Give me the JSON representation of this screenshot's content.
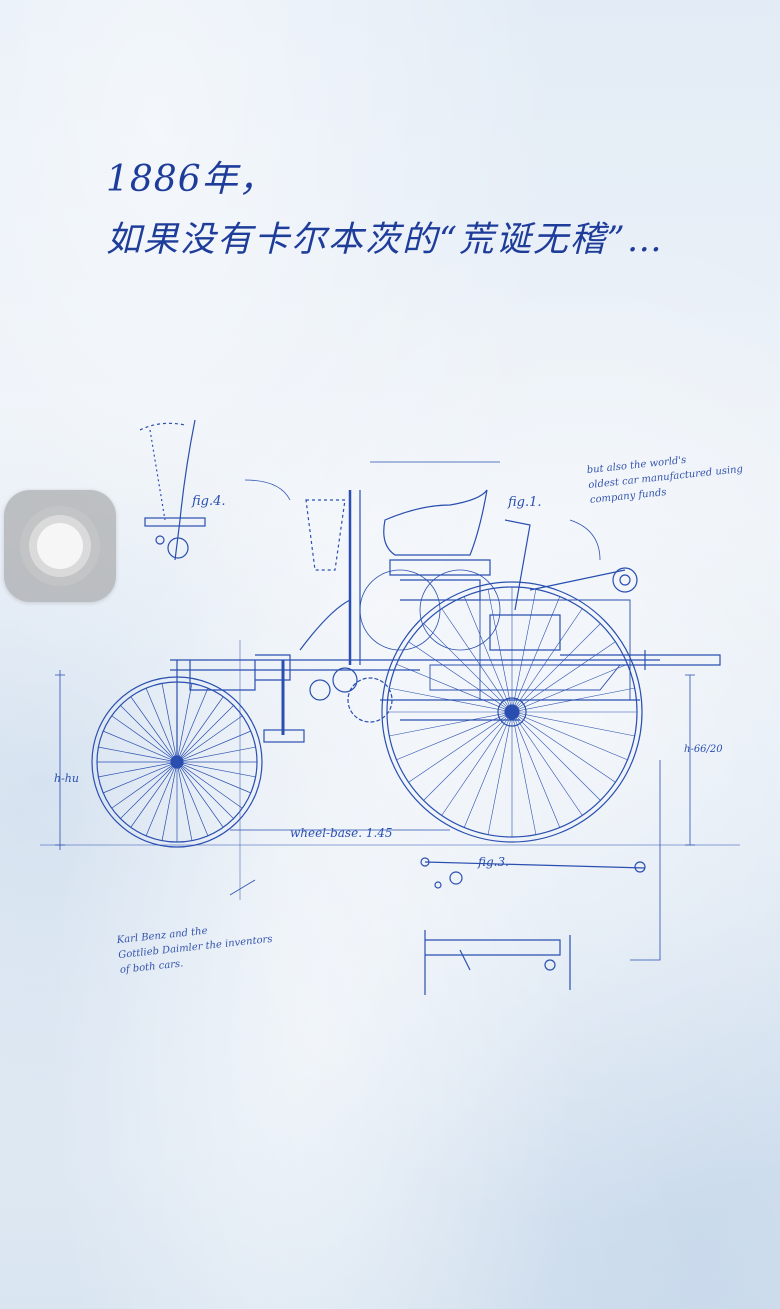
{
  "headline": {
    "line1": "1886年，",
    "line2": "如果没有卡尔本茨的“荒诞无稽”…"
  },
  "blueprint": {
    "fig1": "fig.1.",
    "fig3": "fig.3.",
    "fig4": "fig.4.",
    "wheelbase": "wheel-base. 1.45",
    "height_left": "h-hu",
    "height_right": "h-66/20",
    "note_top_right": [
      "but also the world's",
      "oldest car manufactured using",
      "company funds"
    ],
    "note_bottom_left": [
      "Karl Benz and the",
      "Gottlieb Daimler the inventors",
      "of both cars."
    ]
  },
  "colors": {
    "ink": "#1e3c9a",
    "paper": "#e4ecf5"
  }
}
